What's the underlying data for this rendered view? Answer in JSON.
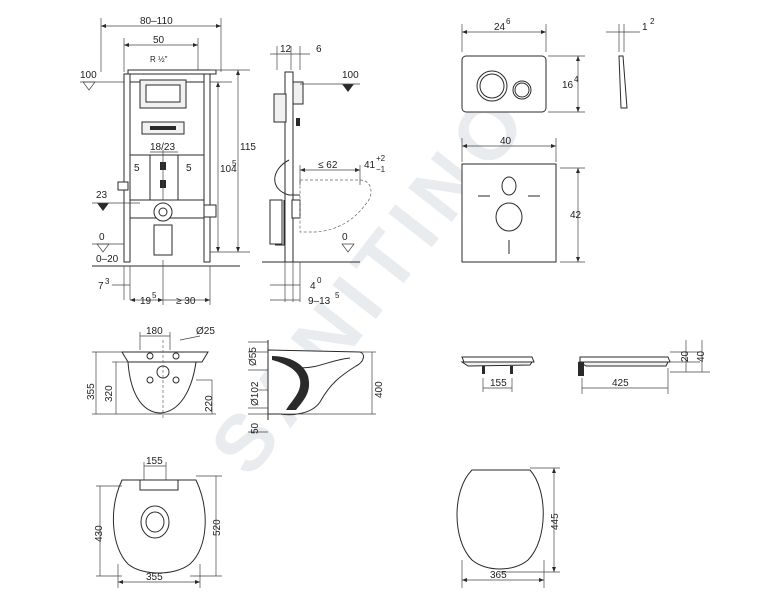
{
  "watermark": "SANITINO",
  "frame": {
    "width_range": "80–110",
    "width_inner": "50",
    "thread": "R ½\"",
    "depth_12": "12",
    "depth_6": "6",
    "level_100": "100",
    "height_115": "115",
    "height_104": "104",
    "height_104_sup": "5",
    "flush_spacing": "18/23",
    "offset_5_left": "5",
    "offset_5_right": "5",
    "level_23": "23",
    "level_0": "0",
    "floor_range": "0–20",
    "side_level_100": "100",
    "side_level_0": "0",
    "pan_distance": "≤ 62",
    "pan_height": "41",
    "pan_height_tol_plus": "+2",
    "pan_height_tol_minus": "−1",
    "bottom_7": "7",
    "bottom_7_sup": "3",
    "bottom_19": "19",
    "bottom_19_sup": "5",
    "bottom_30": "≥ 30",
    "bottom_4": "4",
    "bottom_4_sup": "0",
    "bottom_913": "9–13",
    "bottom_913_sup": "5"
  },
  "plate": {
    "width": "24",
    "width_sup": "6",
    "height": "16",
    "height_sup": "4",
    "depth": "1",
    "depth_sup": "2"
  },
  "soundproof": {
    "width": "40",
    "height": "42"
  },
  "bowl_front": {
    "dim_180": "180",
    "dim_d25": "Ø25",
    "dim_355": "355",
    "dim_320": "320",
    "dim_220": "220"
  },
  "bowl_side": {
    "dim_d55": "Ø55",
    "dim_d102": "Ø102",
    "dim_50": "50",
    "dim_400": "400"
  },
  "seat_side": {
    "dim_155": "155",
    "dim_425": "425",
    "dim_20": "20",
    "dim_40": "40"
  },
  "bowl_top": {
    "dim_155": "155",
    "dim_430": "430",
    "dim_520": "520",
    "dim_355": "355"
  },
  "seat_top": {
    "dim_445": "445",
    "dim_365": "365"
  }
}
